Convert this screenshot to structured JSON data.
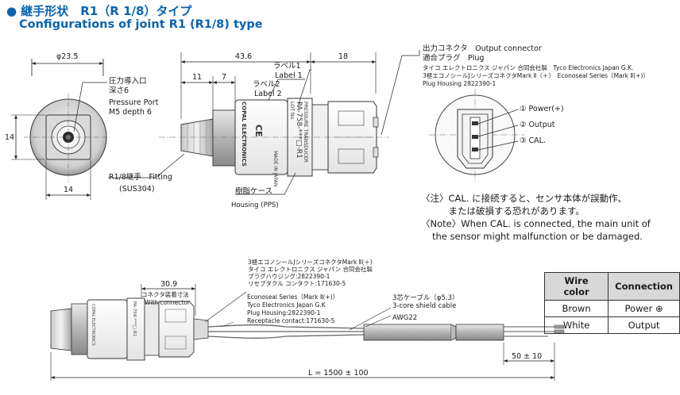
{
  "title": {
    "jp": "● 継手形状　R1（R 1/8）タイプ",
    "en": "Configurations of joint R1 (R1/8) type"
  },
  "dims": {
    "d235": "φ23.5",
    "d14h": "14",
    "d14v": "14",
    "d436": "43.6",
    "d18": "18",
    "d11": "11",
    "d7": "7",
    "d309": "30.9",
    "d50": "50 ± 10",
    "dL": "L = 1500 ± 100"
  },
  "labels": {
    "pressure_port_jp1": "圧力導入口",
    "pressure_port_jp2": "深さ6",
    "pressure_port_en1": "Pressure Port",
    "pressure_port_en2": "M5 depth 6",
    "fitting_jp": "R1/8継手　Fitting",
    "fitting_en": "(SUS304)",
    "label1_jp": "ラベル1",
    "label1_en": "Label 1",
    "label2_jp": "ラベル2",
    "label2_en": "Label 2",
    "housing_jp": "樹脂ケース",
    "housing_en": "Housing (PPS)",
    "out_conn_line1": "出力コネクタ　Output connector",
    "out_conn_line2": "適合プラグ　Plug",
    "out_conn_line3": "タイコ エレクトロニクス ジャパン 合同会社製　Tyco Electronics Japan G.K.",
    "out_conn_line4": "3極エコノシールJシリーズコネクタMark Ⅱ（＋）　Econoseal Series〔Mark Ⅱ(+)〕",
    "out_conn_line5": "Plug Housing 2822390-1",
    "pin1": "① Power(+)",
    "pin2": "② Output",
    "pin3": "③ CAL.",
    "body_text1": "PRESSURE TRANSDUCER",
    "body_text2": "PA-758-***□-R1",
    "body_text3": "LOT No.",
    "body_text4": "COPAL ELECTRONICS",
    "body_text5": "MADE IN JAPAN",
    "body_ce": "CE"
  },
  "note": {
    "jp1": "〈注〉CAL. に接続すると、センサ本体が誤動作、",
    "jp2": "　　　または破損する恐れがあります。",
    "en1": "〈Note〉When CAL. is connected, the main unit of",
    "en2": "the sensor might malfunction or be damaged."
  },
  "bottom": {
    "conn_jp1": "3極エコノシールJシリーズコネクタMark Ⅱ(＋)",
    "conn_jp2": "タイコ エレクトロニクス ジャパン 合同会社製",
    "conn_jp3": "プラグハウジング:2822390-1",
    "conn_jp4": "リセプタクル コンタクト:171630-5",
    "with_conn_jp": "コネクタ装着寸法",
    "with_conn_en": "With connector",
    "econ1": "Econoseal Series〔Mark Ⅱ(+)〕",
    "econ2": "Tyco Electronics Japan G.K",
    "econ3": "Plug Housing:2822390-1",
    "econ4": "Receptacle contact:171630-5",
    "cable_jp": "3芯ケーブル（φ5.3）",
    "cable_en": "3-core shield cable",
    "awg": "AWG22"
  },
  "wire_table": {
    "headers": [
      "Wire color",
      "Connection"
    ],
    "rows": [
      [
        "Brown",
        "Power ⊕"
      ],
      [
        "White",
        "Output"
      ]
    ]
  }
}
